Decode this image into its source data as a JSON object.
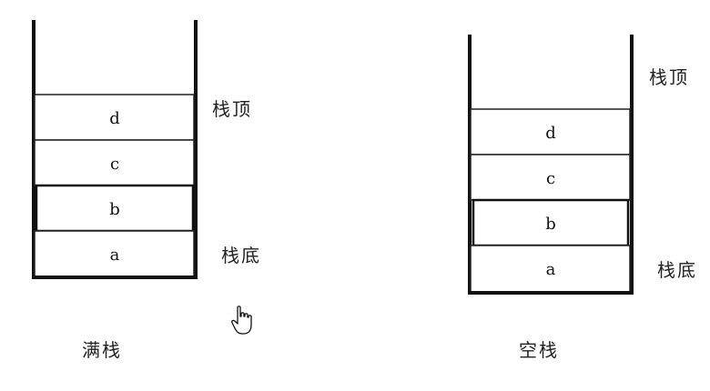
{
  "stacks": [
    {
      "name": "满栈",
      "cells": [
        "d",
        "c",
        "b",
        "a"
      ],
      "top_label": "栈顶",
      "bottom_label": "栈底"
    },
    {
      "name": "空栈",
      "cells": [
        "d",
        "c",
        "b",
        "a"
      ],
      "top_label": "栈顶",
      "bottom_label": "栈底"
    }
  ]
}
